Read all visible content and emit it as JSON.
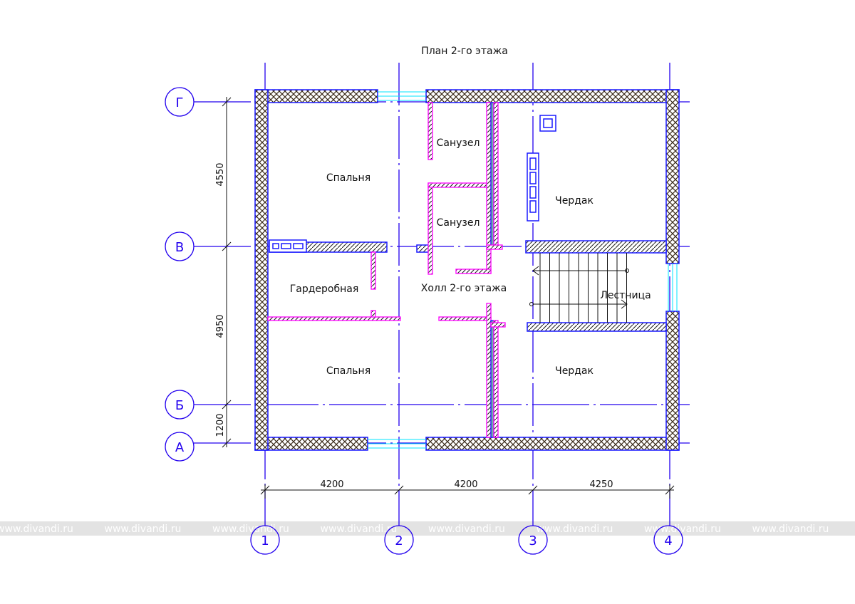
{
  "title": "План 2-го этажа",
  "rooms": {
    "bedroom_top": "Спальня",
    "bath_1": "Санузел",
    "attic_top": "Чердак",
    "bath_2": "Санузел",
    "wardrobe": "Гардеробная",
    "hall": "Холл 2-го этажа",
    "stairs": "Лестница",
    "bedroom_bottom": "Спальня",
    "attic_bottom": "Чердак"
  },
  "axes": {
    "rows": [
      "Г",
      "В",
      "Б",
      "А"
    ],
    "cols": [
      "1",
      "2",
      "3",
      "4"
    ]
  },
  "dimensions": {
    "vertical": [
      "4550",
      "4950",
      "1200"
    ],
    "horizontal": [
      "4200",
      "4200",
      "4250"
    ]
  },
  "watermark": "www.divandi.ru",
  "colors": {
    "axis": "#2200ee",
    "wall_outline": "#1a1aff",
    "partition": "#ff00ff",
    "window": "#00e5ff",
    "watermark_band": "#e3e3e3"
  }
}
